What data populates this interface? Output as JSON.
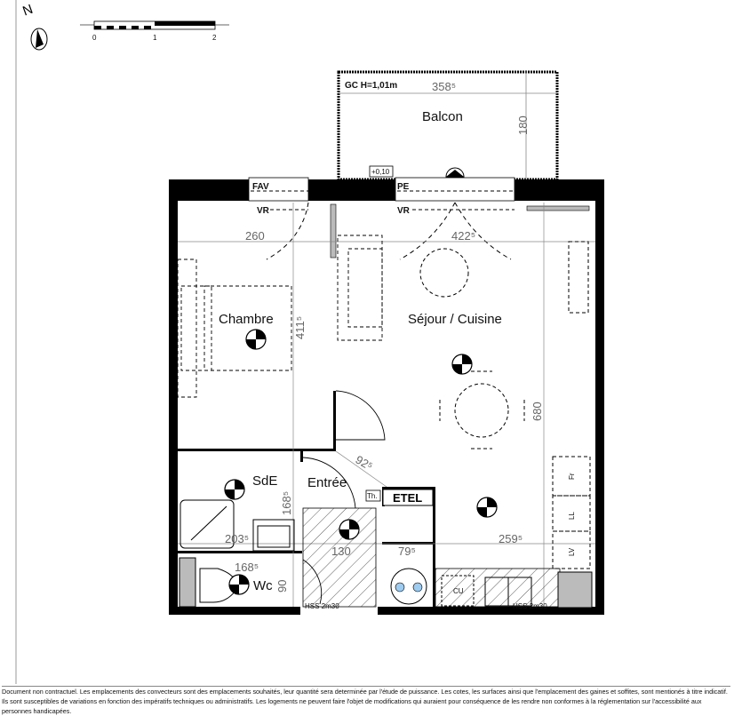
{
  "compass": {
    "label": "N"
  },
  "scale_bar": {
    "ticks": [
      "0",
      "1",
      "2"
    ]
  },
  "balcony": {
    "label": "Balcon",
    "railing": "GC  H=1,01m",
    "width": "358⁵",
    "depth": "180",
    "level": "+0,10"
  },
  "openings": {
    "fav": "FAV",
    "pe": "PE",
    "vr_left": "VR",
    "vr_right": "VR"
  },
  "rooms": {
    "chambre": {
      "label": "Chambre",
      "width": "260",
      "depth": "411⁵"
    },
    "sejour": {
      "label": "Séjour / Cuisine",
      "width": "422⁵",
      "depth": "680",
      "kitchen_width": "259⁵"
    },
    "sde": {
      "label": "SdE",
      "width": "203⁵",
      "depth": "168⁵"
    },
    "entree": {
      "label": "Entrée",
      "width": "130",
      "door": "92⁵"
    },
    "wc": {
      "label": "Wc",
      "width": "168⁵",
      "depth": "90"
    },
    "etel": {
      "label": "ETEL",
      "th": "Th.",
      "width": "79⁵"
    }
  },
  "kitchen_labels": {
    "fr": "Fr",
    "ll": "LL",
    "lv": "LV",
    "cu": "CU"
  },
  "hss": [
    "HSS 2m30",
    "HSS 2m30"
  ],
  "disclaimer": "Document non contractuel. Les emplacements des convecteurs sont des emplacements souhaités, leur quantité sera determinée par l'étude de puissance. Les cotes, les surfaces ainsi que l'emplacement des gaines et soffites, sont mentionés à titre indicatif. Ils sont susceptibles de variations en fonction des impératifs techniques ou administratifs. Les logements ne peuvent faire l'objet de modifications qui auraient pour conséquence de les rendre non conformes à la réglementation sur l'accessibilité aux personnes handicapées.",
  "colors": {
    "wall": "#000000",
    "dim": "#666666",
    "sink_blue": "#9ecbf0"
  }
}
